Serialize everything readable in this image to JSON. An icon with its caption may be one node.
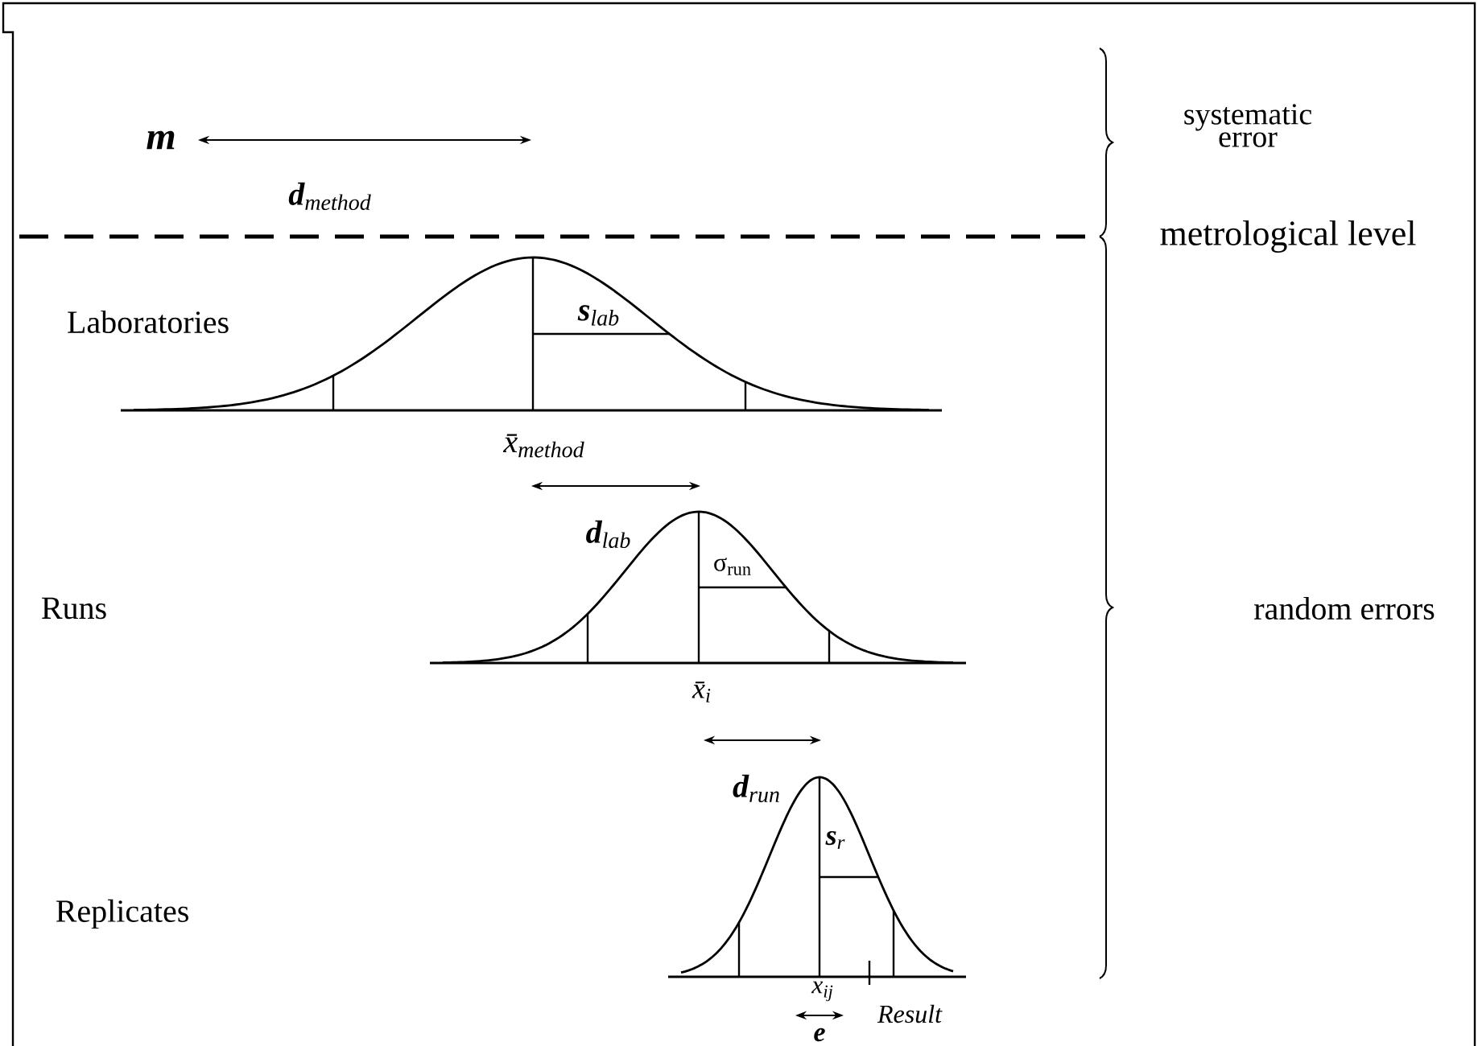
{
  "diagram": {
    "labels": [
      "m",
      "**d**$_{method}$",
      "systematic error",
      "metrological level",
      "Laboratories",
      "**s**$_{lab}$",
      "x̄$_{method}$",
      "**d**$_{lab}$",
      "σ$_{run}$",
      "Runs",
      "random errors",
      "x̄$_{i}$",
      "**d**$_{run}$",
      "**s**$_{r}$",
      "Replicates",
      "x$_{ij}$",
      "Result",
      "e"
    ]
  }
}
